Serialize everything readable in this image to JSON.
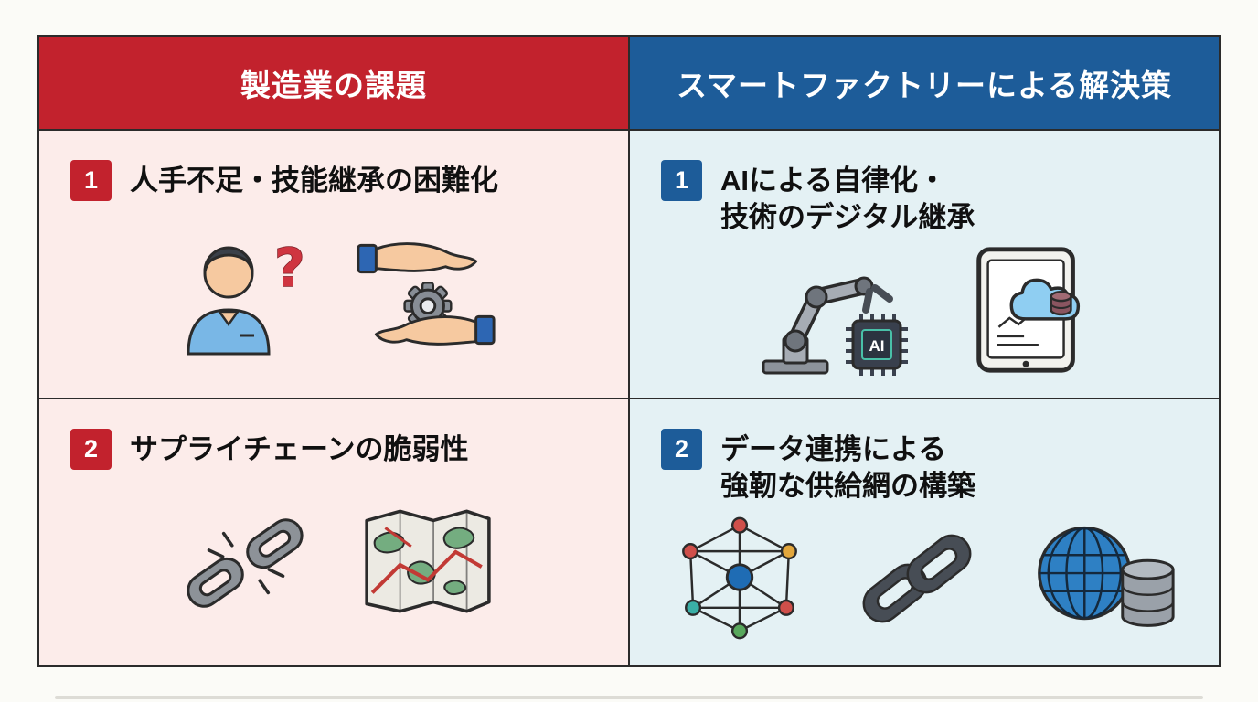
{
  "canvas": {
    "background": "#fbfbf7"
  },
  "colors": {
    "challenge_accent": "#c2222d",
    "solution_accent": "#1d5c99",
    "challenge_cell": "#fcecea",
    "solution_cell": "#e4f1f4",
    "border": "#2b2b2b"
  },
  "headers": {
    "left": "製造業の課題",
    "right": "スマートファクトリーによる解決策"
  },
  "challenges": [
    {
      "number": "1",
      "lines": [
        "人手不足・技能継承の困難化"
      ]
    },
    {
      "number": "2",
      "lines": [
        "サプライチェーンの脆弱性"
      ]
    }
  ],
  "solutions": [
    {
      "number": "1",
      "lines": [
        "AIによる自律化・",
        "技術のデジタル継承"
      ]
    },
    {
      "number": "2",
      "lines": [
        "データ連携による",
        "強靭な供給網の構築"
      ]
    }
  ],
  "icons": {
    "ai_chip_label": "AI",
    "challenge_1": [
      "worker-question-icon",
      "hands-gear-icon"
    ],
    "challenge_2": [
      "broken-chain-icon",
      "world-map-icon"
    ],
    "solution_1": [
      "robot-arm-ai-chip-icon",
      "tablet-cloud-icon"
    ],
    "solution_2": [
      "network-graph-icon",
      "chain-link-icon",
      "globe-database-icon"
    ]
  }
}
